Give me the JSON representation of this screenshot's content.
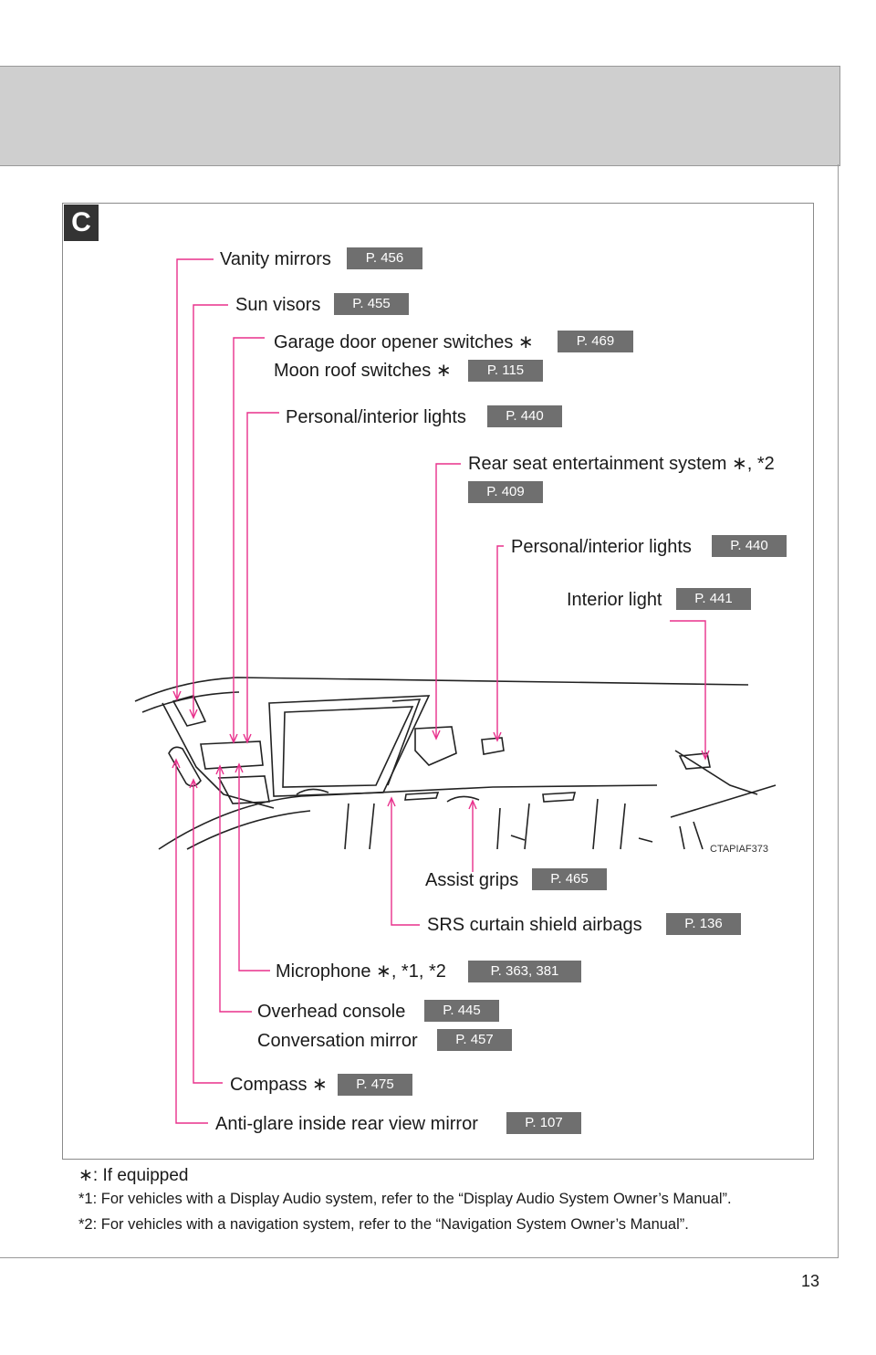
{
  "section_badge": "C",
  "diagram_code": "CTAPIAF373",
  "page_number": "13",
  "labels": [
    {
      "text": "Vanity mirrors",
      "page": "P. 456"
    },
    {
      "text": "Sun visors",
      "page": "P. 455"
    },
    {
      "text": "Garage door opener switches ∗",
      "page": "P. 469"
    },
    {
      "text": "Moon roof switches ∗",
      "page": "P. 115"
    },
    {
      "text": "Personal/interior lights",
      "page": "P. 440"
    },
    {
      "text": "Rear seat entertainment system ∗, *2",
      "page": "P. 409"
    },
    {
      "text": "Personal/interior lights",
      "page": "P. 440"
    },
    {
      "text": "Interior light",
      "page": "P. 441"
    },
    {
      "text": "Assist grips",
      "page": "P. 465"
    },
    {
      "text": "SRS curtain shield airbags",
      "page": "P. 136"
    },
    {
      "text": "Microphone ∗, *1, *2",
      "page": "P. 363, 381"
    },
    {
      "text": "Overhead console",
      "page": "P. 445"
    },
    {
      "text": "Conversation mirror",
      "page": "P. 457"
    },
    {
      "text": "Compass ∗",
      "page": "P. 475"
    },
    {
      "text": "Anti-glare inside rear view mirror",
      "page": "P. 107"
    }
  ],
  "footnotes": [
    "∗: If equipped",
    "*1: For vehicles with a Display Audio system, refer to the “Display Audio System Owner’s Manual”.",
    "*2: For vehicles with a navigation system, refer to the “Navigation System Owner’s Manual”."
  ],
  "colors": {
    "leader_line": "#e8308c",
    "page_badge": "#6f6f6f",
    "header_band": "#cfcfcf"
  }
}
